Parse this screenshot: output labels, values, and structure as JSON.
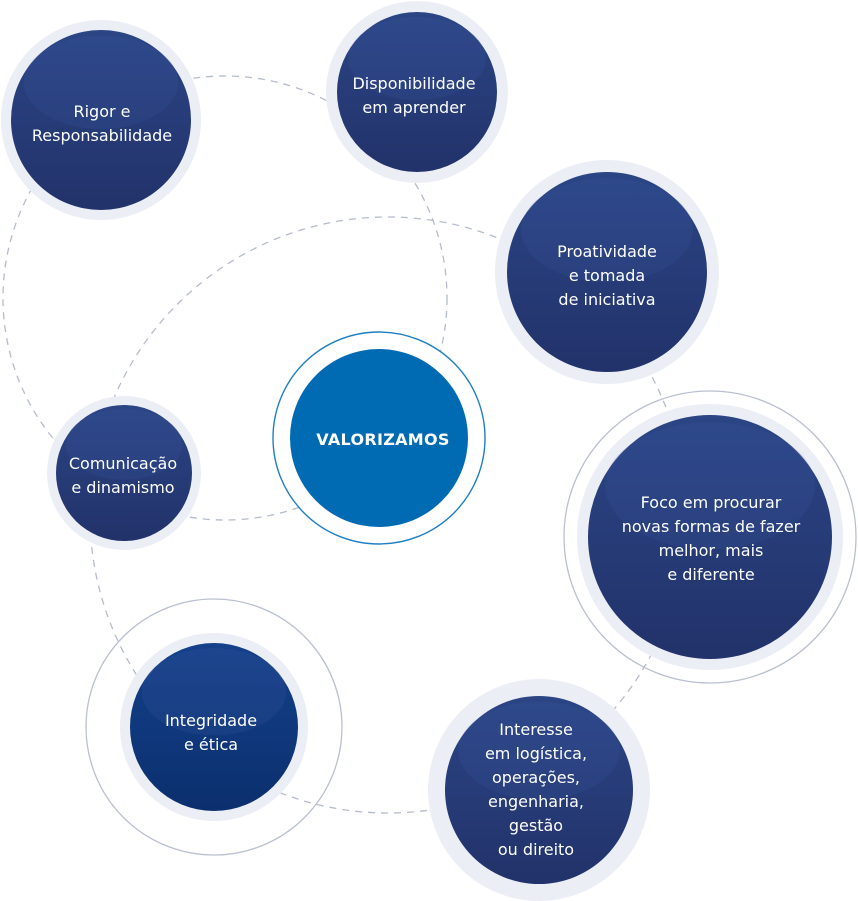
{
  "diagram": {
    "center": {
      "text": "VALORIZAMOS",
      "color": "#006ab3"
    },
    "nodes": [
      {
        "id": "rigor",
        "text": "Rigor e\nResponsabilidade"
      },
      {
        "id": "disponibilidade",
        "text": "Disponibilidade\nem aprender"
      },
      {
        "id": "proatividade",
        "text": "Proatividade\ne tomada\nde iniciativa"
      },
      {
        "id": "foco",
        "text": "Foco em procurar\nnovas formas de fazer\nmelhor, mais\ne diferente"
      },
      {
        "id": "interesse",
        "text": "Interesse\nem logística,\noperações,\nengenharia,\ngestão\nou direito"
      },
      {
        "id": "integridade",
        "text": "Integridade\ne ética"
      },
      {
        "id": "comunicacao",
        "text": "Comunicação\ne dinamismo"
      }
    ],
    "colors": {
      "node_dark": "#22326a",
      "node_light": "#2b4585",
      "integridade_dark": "#0b2f6e",
      "halo": "#eceef6",
      "dash": "#b5bccb",
      "ring": "#b9c0cf"
    }
  }
}
